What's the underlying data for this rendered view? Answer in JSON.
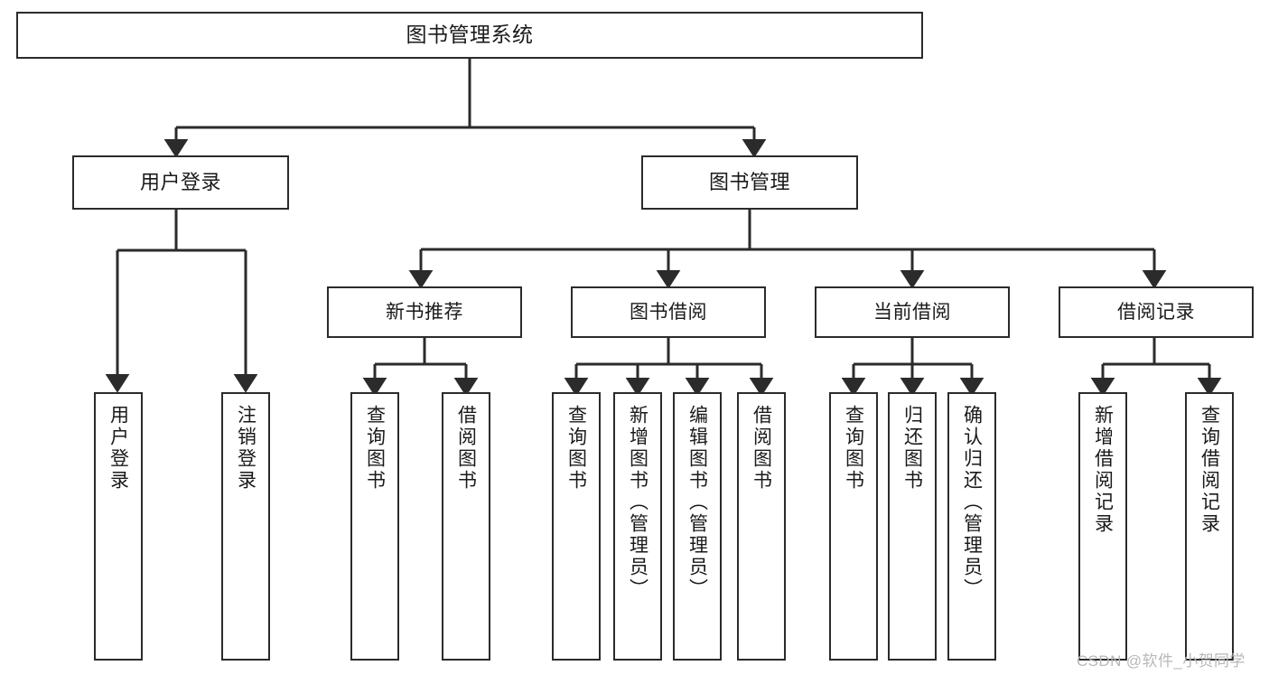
{
  "diagram": {
    "title": "图书管理系统",
    "watermark": "CSDN @软件_小贺同学",
    "colors": {
      "stroke": "#2b2b2b",
      "fill": "#ffffff",
      "text": "#1a1a1a",
      "watermark": "#b8b8b8"
    },
    "root": {
      "label": "图书管理系统"
    },
    "level2": [
      {
        "label": "用户登录"
      },
      {
        "label": "图书管理"
      }
    ],
    "level3": [
      {
        "label": "新书推荐"
      },
      {
        "label": "图书借阅"
      },
      {
        "label": "当前借阅"
      },
      {
        "label": "借阅记录"
      }
    ],
    "leaves": {
      "user_login": [
        {
          "label": "用户登录"
        },
        {
          "label": "注销登录"
        }
      ],
      "new_book_recommend": [
        {
          "label": "查询图书"
        },
        {
          "label": "借阅图书"
        }
      ],
      "book_borrow": [
        {
          "label": "查询图书"
        },
        {
          "label": "新增图书（管理员）"
        },
        {
          "label": "编辑图书（管理员）"
        },
        {
          "label": "借阅图书"
        }
      ],
      "current_borrow": [
        {
          "label": "查询图书"
        },
        {
          "label": "归还图书"
        },
        {
          "label": "确认归还（管理员）"
        }
      ],
      "borrow_record": [
        {
          "label": "新增借阅记录"
        },
        {
          "label": "查询借阅记录"
        }
      ]
    }
  }
}
